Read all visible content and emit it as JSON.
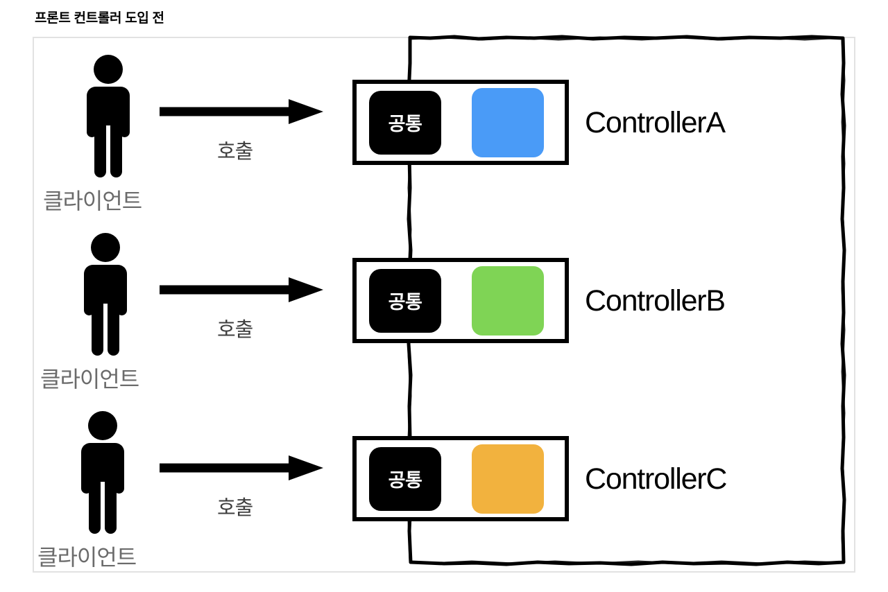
{
  "title": "프론트 컨트롤러 도입 전",
  "colors": {
    "frame_border": "#e2e2e2",
    "sketch_border": "#000000",
    "client_label": "#6b6b6b",
    "arrow_label": "#3e3e3e",
    "chip_common_bg": "#000000",
    "controller_a_color": "#4a9bf7",
    "controller_b_color": "#7fd455",
    "controller_c_color": "#f2b23e"
  },
  "rows": [
    {
      "client_label": "클라이언트",
      "arrow_label": "호출",
      "common_label": "공통",
      "controller_name": "ControllerA",
      "logic_color": "#4a9bf7"
    },
    {
      "client_label": "클라이언트",
      "arrow_label": "호출",
      "common_label": "공통",
      "controller_name": "ControllerB",
      "logic_color": "#7fd455"
    },
    {
      "client_label": "클라이언트",
      "arrow_label": "호출",
      "common_label": "공통",
      "controller_name": "ControllerC",
      "logic_color": "#f2b23e"
    }
  ],
  "icons": {
    "person": "person-icon",
    "arrow": "arrow-right-icon",
    "sketch": "rough-boundary-box"
  }
}
